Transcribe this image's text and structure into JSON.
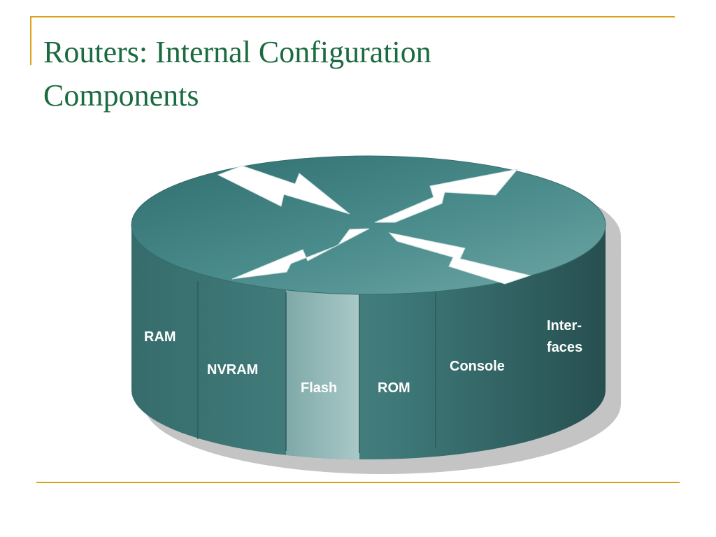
{
  "title": {
    "line1": "Routers:  Internal Configuration",
    "line2": "Components"
  },
  "router": {
    "icon": "router-icon",
    "segments": [
      {
        "id": "ram",
        "label": "RAM"
      },
      {
        "id": "nvram",
        "label": "NVRAM"
      },
      {
        "id": "flash",
        "label": "Flash"
      },
      {
        "id": "rom",
        "label": "ROM"
      },
      {
        "id": "console",
        "label": "Console"
      },
      {
        "id": "interfaces",
        "label_line1": "Inter-",
        "label_line2": "faces"
      }
    ]
  },
  "colors": {
    "title": "#1a6b3f",
    "accent": "#d9a01c",
    "router_top": "#3f7f80",
    "router_side": "#3a6e6e",
    "flash_highlight": "#9fc1c0"
  }
}
